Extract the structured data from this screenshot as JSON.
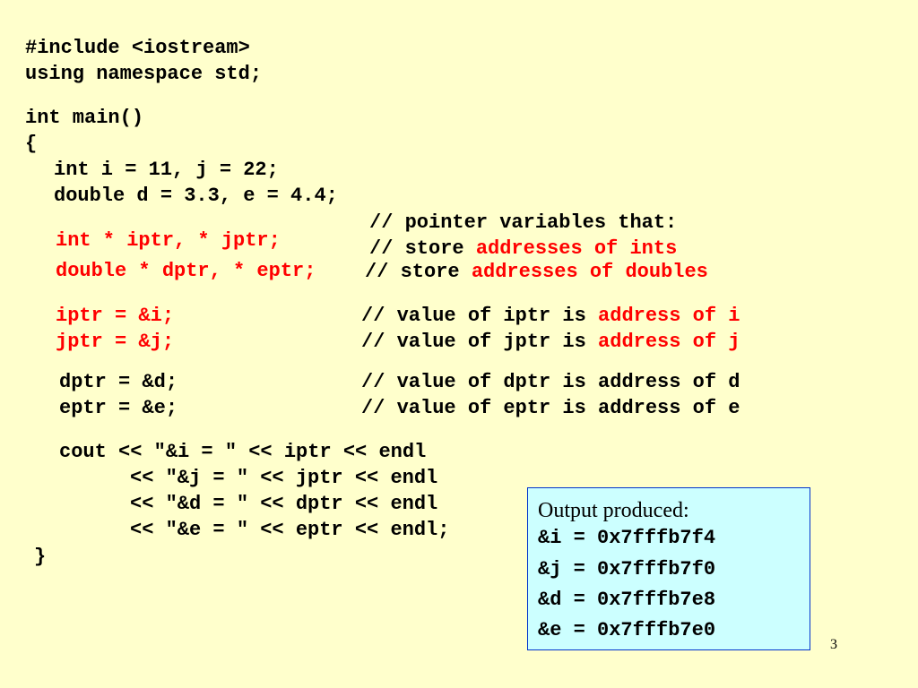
{
  "code": {
    "include": "#include <iostream>",
    "using": "using namespace std;",
    "main_sig": "int main()",
    "open_brace": "{",
    "int_decl": "int i = 11, j = 22;",
    "double_decl": "double d = 3.3, e = 4.4;",
    "comment_pointer_vars": "// pointer variables that:",
    "int_ptr_decl": "int * iptr, * jptr;",
    "comment_store_prefix": "// store ",
    "comment_store_ints": "addresses of ints",
    "double_ptr_decl": "double * dptr, * eptr;",
    "comment_store_doubles": "addresses of doubles",
    "iptr_assign": "iptr = &i;",
    "comment_iptr_prefix": "// value of iptr is ",
    "comment_iptr_hl": "address of i",
    "jptr_assign": "jptr = &j;",
    "comment_jptr_prefix": "// value of jptr is ",
    "comment_jptr_hl": "address of j",
    "dptr_assign": "dptr = &d;",
    "comment_dptr": "// value of dptr is address of d",
    "eptr_assign": "eptr = &e;",
    "comment_eptr": "// value of eptr is address of e",
    "cout_1": "cout << \"&i = \" << iptr << endl",
    "cout_2": "<< \"&j = \" << jptr << endl",
    "cout_3": "<< \"&d = \" << dptr << endl",
    "cout_4": "<< \"&e = \" << eptr << endl;",
    "close_brace": "}"
  },
  "output": {
    "title": "Output produced:",
    "lines": [
      "&i = 0x7fffb7f4",
      "&j = 0x7fffb7f0",
      "&d = 0x7fffb7e8",
      "&e = 0x7fffb7e0"
    ]
  },
  "page_number": "3",
  "colors": {
    "background": "#ffffcc",
    "highlight": "#ff0000",
    "output_bg": "#ccffff",
    "output_border": "#0033cc"
  }
}
